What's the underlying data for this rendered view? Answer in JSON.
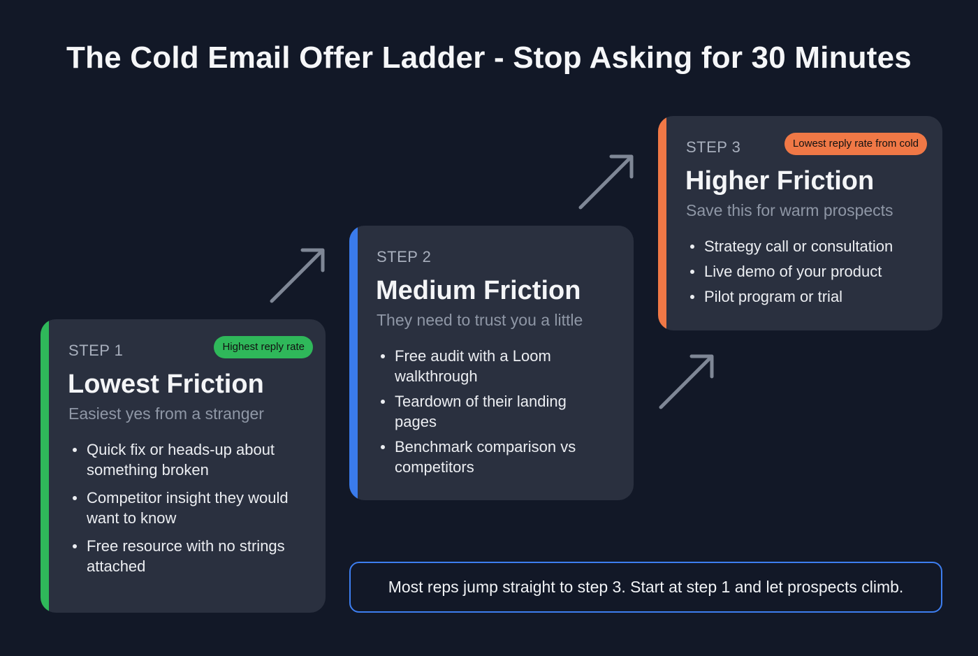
{
  "title": "The Cold Email Offer Ladder - Stop Asking for 30 Minutes",
  "colors": {
    "background": "#121827",
    "card": "#2a303f",
    "step1_accent": "#2fb85a",
    "step2_accent": "#3a7bec",
    "step3_accent": "#f07846",
    "arrow": "#7f8796"
  },
  "steps": [
    {
      "label": "STEP 1",
      "badge": "Highest reply rate",
      "heading": "Lowest Friction",
      "subheading": "Easiest yes from a stranger",
      "items": [
        "Quick fix or heads-up about something broken",
        "Competitor insight they would want to know",
        "Free resource with no strings attached"
      ]
    },
    {
      "label": "STEP 2",
      "heading": "Medium Friction",
      "subheading": "They need to trust you a little",
      "items": [
        "Free audit with a Loom walkthrough",
        "Teardown of their landing pages",
        "Benchmark comparison vs competitors"
      ]
    },
    {
      "label": "STEP 3",
      "badge": "Lowest reply rate from cold",
      "heading": "Higher Friction",
      "subheading": "Save this for warm prospects",
      "items": [
        "Strategy call or consultation",
        "Live demo of your product",
        "Pilot program or trial"
      ]
    }
  ],
  "arrows": [
    "arrow-up-right",
    "arrow-up-right",
    "arrow-up-right"
  ],
  "note": "Most reps jump straight to step 3. Start at step 1 and let prospects climb."
}
